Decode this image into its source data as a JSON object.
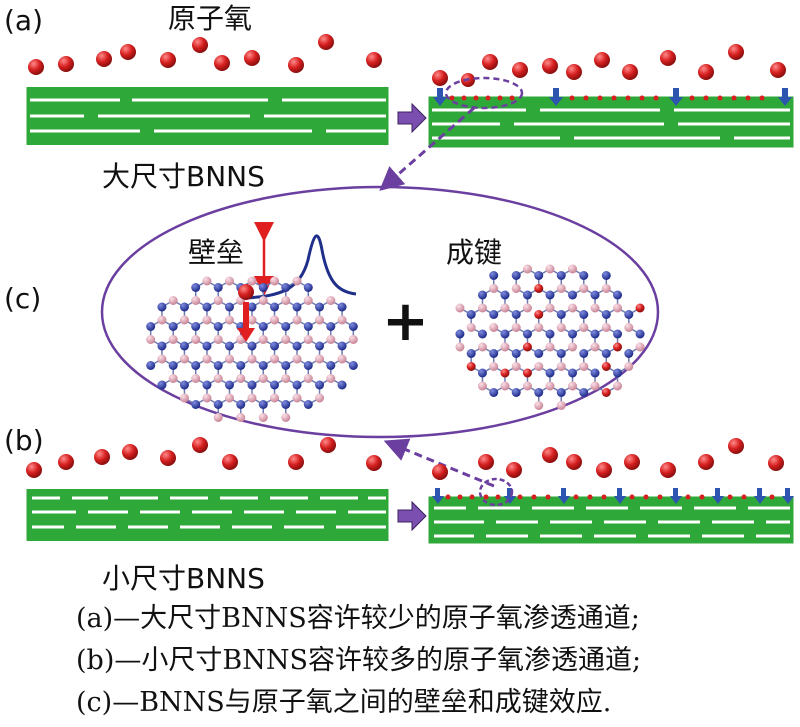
{
  "panel_labels": {
    "a": "(a)",
    "b": "(b)",
    "c": "(c)"
  },
  "atomic_oxygen_label": "原子氧",
  "large_bnns_label": "大尺寸BNNS",
  "small_bnns_label": "小尺寸BNNS",
  "barrier_label": "壁垒",
  "bonding_label": "成键",
  "plus_sign": "+",
  "captions": [
    "(a)—大尺寸BNNS容许较少的原子氧渗透通道;",
    "(b)—小尺寸BNNS容许较多的原子氧渗透通道;",
    "(c)—BNNS与原子氧之间的壁垒和成键效应."
  ],
  "colors": {
    "bnns_green": "#2fa83a",
    "oxygen_red": "#d61f1f",
    "nitrogen_blue": "#2b3aa0",
    "boron_pink": "#e8a8b8",
    "arrow_purple": "#6b3fa0",
    "penetration_arrow_blue": "#2d55b0"
  }
}
